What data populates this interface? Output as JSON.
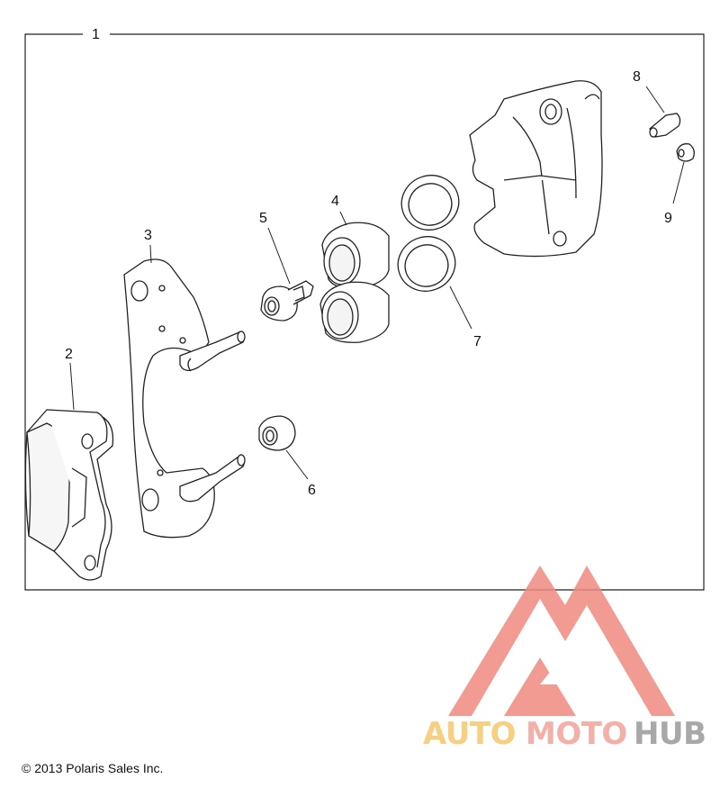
{
  "diagram": {
    "callouts": {
      "c1": "1",
      "c2": "2",
      "c3": "3",
      "c4": "4",
      "c5": "5",
      "c6": "6",
      "c7": "7",
      "c8": "8",
      "c9": "9"
    }
  },
  "footer": {
    "copyright": "© 2013 Polaris Sales Inc."
  },
  "watermark": {
    "part1": "AUTO",
    "part2": "MOTO",
    "part3": "HUB",
    "colors": {
      "auto": "#f5c76a",
      "moto": "#f0a39a",
      "hub": "#9a9a9a",
      "triangle": "#f08a80"
    }
  }
}
